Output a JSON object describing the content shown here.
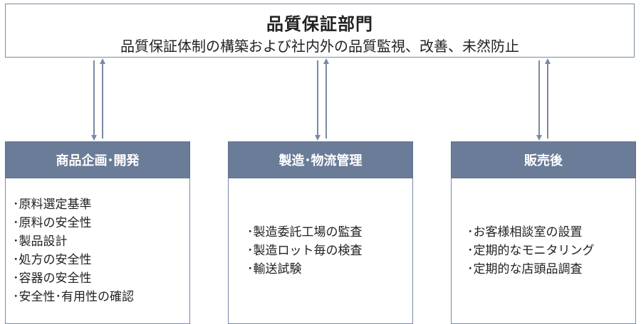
{
  "top": {
    "title": "品質保証部門",
    "subtitle": "品質保証体制の構築および社内外の品質監視、改善、未然防止"
  },
  "cards": [
    {
      "header": "商品企画･開発",
      "items": [
        "･原料選定基準",
        "･原料の安全性",
        "･製品設計",
        "･処方の安全性",
        "･容器の安全性",
        "･安全性･有用性の確認"
      ]
    },
    {
      "header": "製造･物流管理",
      "items": [
        "･製造委託工場の監査",
        "･製造ロット毎の検査",
        "･輸送試験"
      ]
    },
    {
      "header": "販売後",
      "items": [
        "･お客様相談室の設置",
        "･定期的なモニタリング",
        "･定期的な店頭品調査"
      ]
    }
  ],
  "colors": {
    "header_fill": "#6b7c98",
    "border": "#7a8aa6",
    "arrow": "#7a8aa6"
  }
}
